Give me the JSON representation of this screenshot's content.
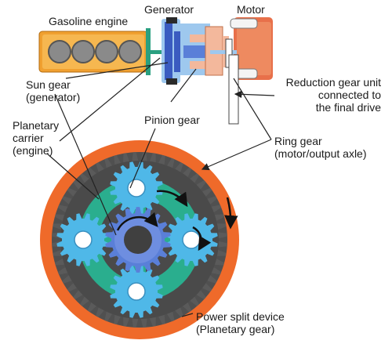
{
  "labels": {
    "gasoline_engine": "Gasoline engine",
    "generator": "Generator",
    "motor": "Motor",
    "sun_gear": [
      "Sun gear",
      "(generator)"
    ],
    "planetary_carrier": [
      "Planetary",
      "carrier",
      "(engine)"
    ],
    "pinion_gear": "Pinion gear",
    "reduction_gear_unit": [
      "Reduction gear unit",
      "connected to",
      "the final drive"
    ],
    "ring_gear": [
      "Ring gear",
      "(motor/output axle)"
    ],
    "power_split_device": [
      "Power split device",
      "(Planetary gear)"
    ]
  },
  "colors": {
    "engine_body": "#f0a030",
    "engine_cylinder": "#8a8a8a",
    "generator": "#3a5bc0",
    "generator_light": "#9ec8ee",
    "motor": "#e8704a",
    "motor_light": "#f3b89c",
    "shaft": "#2aa080",
    "ring": "#ef6a2a",
    "ring_inner_teeth": "#5a5a5a",
    "pinion": "#4fb8e8",
    "sun": "#5a7fd8",
    "carrier": "#2aae8e",
    "hub": "#404040",
    "leader_line": "#222222"
  },
  "icons": [
    "rotation-arrow-icon"
  ]
}
